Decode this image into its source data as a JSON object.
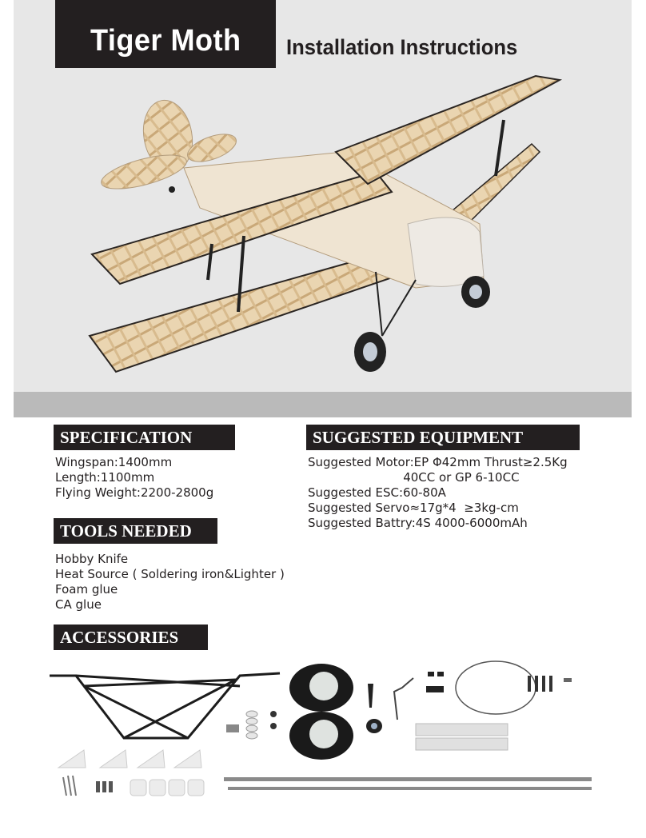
{
  "header": {
    "product_name": "Tiger Moth",
    "subtitle": "Installation Instructions"
  },
  "hero_image": {
    "description": "Laser-cut balsa biplane kit frame (Tiger Moth) with white cowling and black landing gear wheels"
  },
  "specification": {
    "heading": "SPECIFICATION",
    "items": [
      "Wingspan:1400mm",
      "Length:1100mm",
      "Flying Weight:2200-2800g"
    ]
  },
  "suggested_equipment": {
    "heading": "SUGGESTED EQUIPMENT",
    "items": [
      "Suggested Motor:EP Φ42mm Thrust≥2.5Kg",
      "                         40CC or GP 6-10CC",
      "Suggested ESC:60-80A",
      "Suggested Servo≈17g*4  ≥3kg-cm",
      "Suggested Battry:4S 4000-6000mAh"
    ]
  },
  "tools_needed": {
    "heading": "TOOLS NEEDED",
    "items": [
      "Hobby Knife",
      "Heat Source ( Soldering iron&Lighter )",
      "Foam glue",
      "CA glue"
    ]
  },
  "accessories": {
    "heading": "ACCESSORIES",
    "parts": [
      "landing-gear-frame",
      "main-wheels",
      "tail-wheel",
      "tail-spring-wire",
      "control-horns",
      "pushrod-cable",
      "clevises",
      "hinges",
      "screws",
      "wing-rods",
      "servo-covers",
      "wing-mounts"
    ]
  },
  "colors": {
    "heading_bg": "#231f20",
    "hero_bg": "#e7e7e7",
    "hero_band": "#bababa",
    "balsa": "#e9d2ae"
  }
}
